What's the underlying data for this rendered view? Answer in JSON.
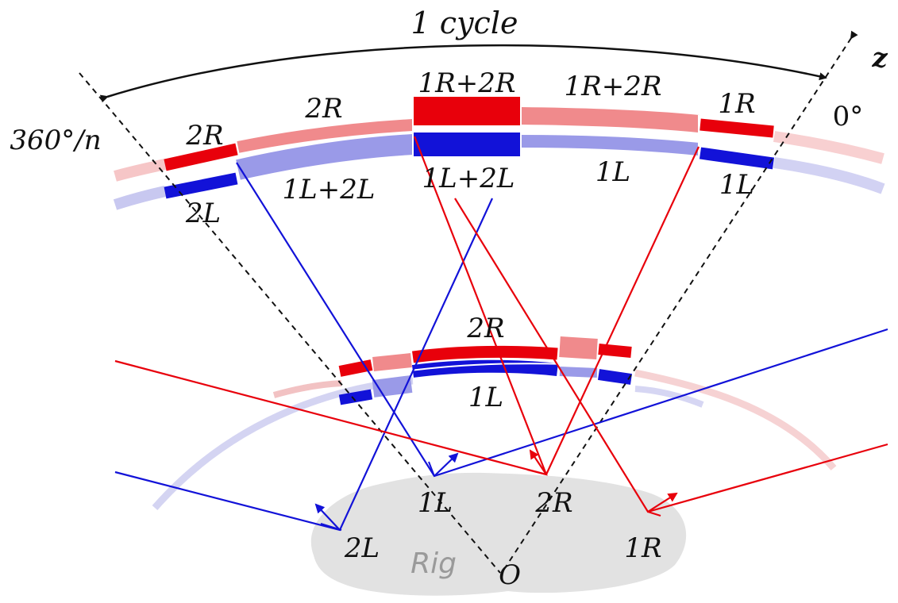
{
  "labels": {
    "cycle": "1 cycle",
    "axis_z": "z",
    "angle_zero": "0°",
    "angle_full": "360°/n",
    "rig": "Rig",
    "origin": "O",
    "outer_top": [
      "2R",
      "2R",
      "1R+2R",
      "1R+2R",
      "1R"
    ],
    "outer_bottom": [
      "2L",
      "1L+2L",
      "1L+2L",
      "1L",
      "1L"
    ],
    "inner_top": "2R",
    "inner_bottom": "1L",
    "sources": [
      "2L",
      "1L",
      "2R",
      "1R"
    ]
  },
  "colors": {
    "red": "#e8000b",
    "red_light": "#f08a8c",
    "blue": "#1212d8",
    "blue_light": "#9a9ae8",
    "rig": "#e2e2e2"
  }
}
